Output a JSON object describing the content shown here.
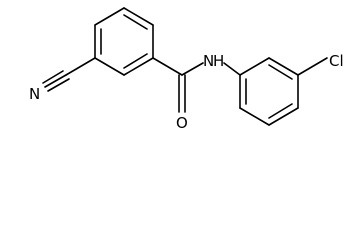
{
  "molecule": {
    "atoms": {
      "n_nitrile": "N",
      "o_carbonyl": "O",
      "nh_amide": "N",
      "h_amide": "H",
      "cl": "Cl"
    }
  }
}
